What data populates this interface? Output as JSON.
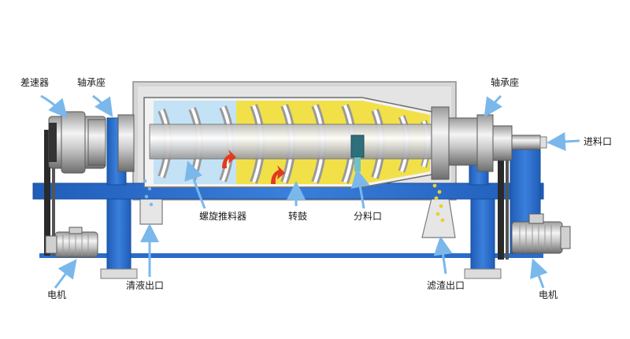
{
  "labels": {
    "differential": "差速器",
    "bearing_left": "轴承座",
    "bearing_right": "轴承座",
    "feed_inlet": "进料口",
    "screw_pusher": "螺旋推料器",
    "drum": "转鼓",
    "distribution_port": "分料口",
    "liquid_outlet": "清液出口",
    "residue_outlet": "滤渣出口",
    "motor_left": "电机",
    "motor_right": "电机"
  },
  "colors": {
    "frame_blue": "#2a6cc8",
    "pointer_blue": "#7ab8ec",
    "slurry_yellow": "#f1dc2a",
    "arrow_red": "#e23a1e",
    "housing_gray": "#d3d3d3",
    "liquid_blue": "#a9d4f3"
  },
  "icons": [
    "gear-icon",
    "motor-icon",
    "arrow-icon"
  ]
}
